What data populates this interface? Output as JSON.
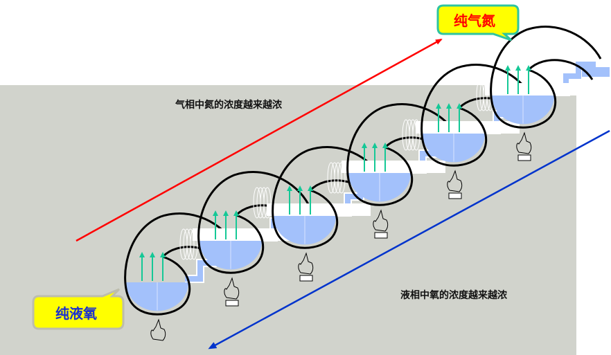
{
  "diagram": {
    "title_gas": "气相中氮的浓度越来越浓",
    "title_liquid": "液相中氧的浓度越来越浓",
    "callout_top": {
      "text": "纯气氮",
      "text_color": "#ff0000",
      "fill": "#ffff00",
      "border": "#2ec4a0"
    },
    "callout_bottom": {
      "text": "纯液氧",
      "text_color": "#1a2fd0",
      "fill": "#ffff00",
      "border": "#b8b8a8"
    },
    "arrow_gas": {
      "color": "#ff0000",
      "direction": "up-right"
    },
    "arrow_liquid": {
      "color": "#0033cc",
      "direction": "down-left"
    },
    "stages": [
      {
        "id": 1,
        "icon": "flame-icon"
      },
      {
        "id": 2,
        "icon": "flame-icon"
      },
      {
        "id": 3,
        "icon": "flame-icon"
      },
      {
        "id": 4,
        "icon": "flame-icon"
      },
      {
        "id": 5,
        "icon": "flame-icon"
      },
      {
        "id": 6,
        "icon": "flame-icon"
      }
    ],
    "colors": {
      "panel": "#d1d3cc",
      "liquid": "#a3c1fb",
      "vapor_arrow": "#14c896",
      "vessel_stroke": "#000000"
    }
  }
}
